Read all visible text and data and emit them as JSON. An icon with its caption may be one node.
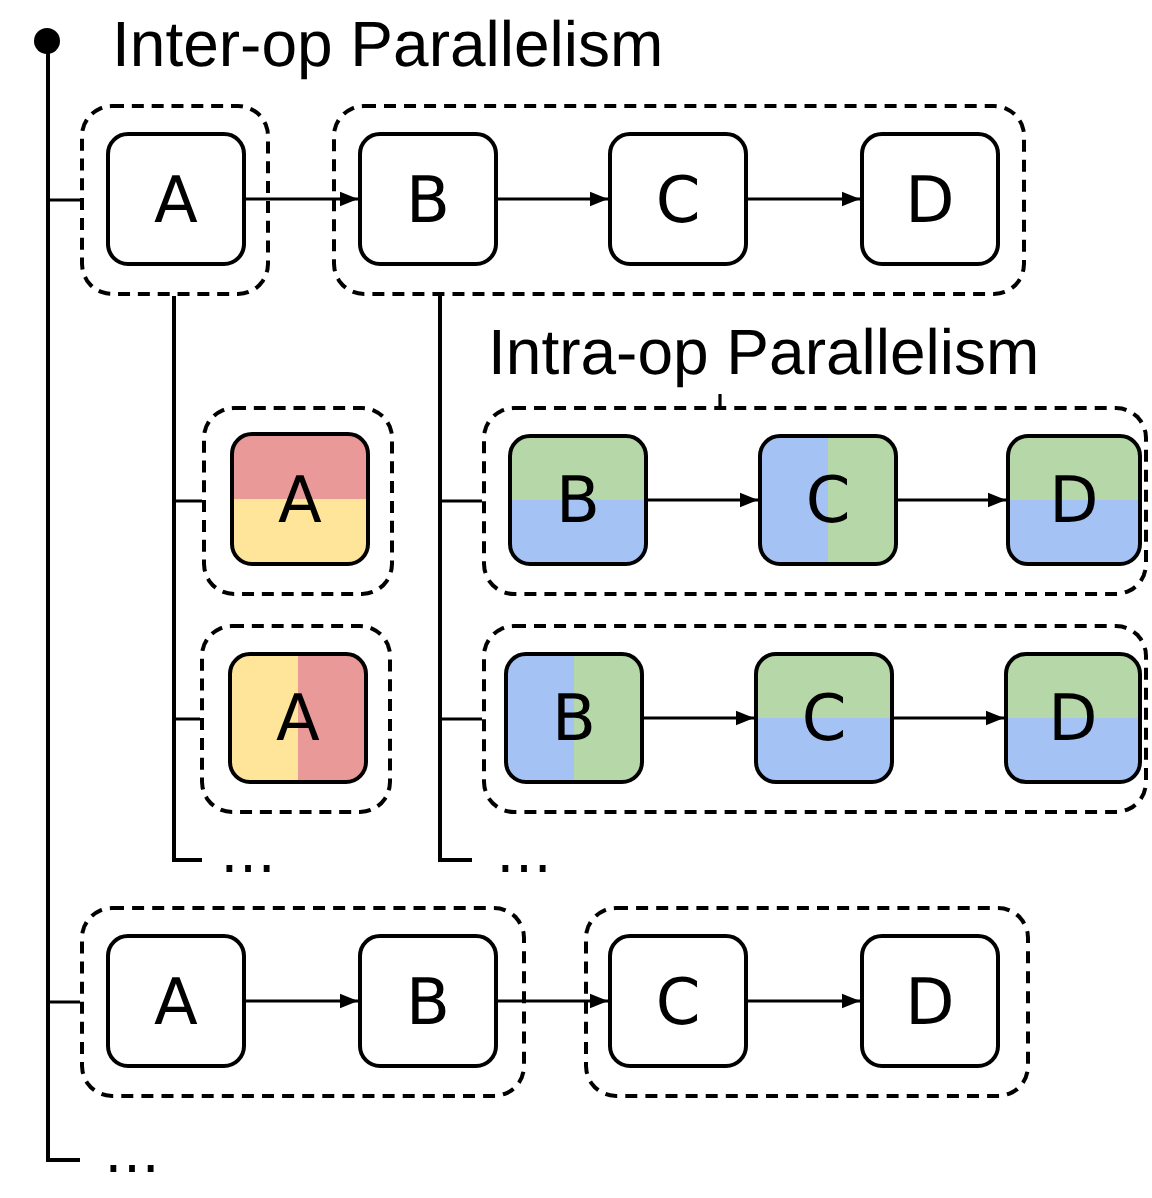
{
  "diagram": {
    "title": "Inter-op Parallelism",
    "nodes": [
      {
        "text": [],
        "shape": "circle"
      },
      {
        "text": [],
        "shape": "box"
      },
      {
        "text": [
          "A"
        ],
        "in": 1
      },
      {
        "text": [],
        "shape": "box"
      },
      {
        "text": [
          "B"
        ],
        "in": 3
      },
      {
        "text": [
          "C"
        ],
        "in": 3
      },
      {
        "text": [
          "D"
        ],
        "in": 3
      },
      {
        "text": [
          "Intra-op Parallelism"
        ]
      },
      {
        "text": [],
        "shape": "box"
      },
      {
        "text": [
          "A"
        ],
        "in": 8
      },
      {
        "text": [],
        "shape": "box"
      },
      {
        "text": [
          "B"
        ],
        "in": 10
      },
      {
        "text": [
          "C"
        ],
        "in": 10
      },
      {
        "text": [
          "D"
        ],
        "in": 10
      },
      {
        "text": [],
        "shape": "box"
      },
      {
        "text": [
          "A"
        ],
        "in": 14
      },
      {
        "text": [],
        "shape": "box"
      },
      {
        "text": [
          "B"
        ],
        "in": 16
      },
      {
        "text": [
          "C"
        ],
        "in": 16
      },
      {
        "text": [
          "D"
        ],
        "in": 16
      },
      {
        "text": [],
        "shape": "box"
      },
      {
        "text": [
          "A"
        ],
        "in": 20
      },
      {
        "text": [
          "B"
        ],
        "in": 20
      },
      {
        "text": [],
        "shape": "box"
      },
      {
        "text": [
          "C"
        ],
        "in": 23
      },
      {
        "text": [
          "D"
        ],
        "in": 23
      }
    ],
    "edges": [
      {
        "from": 0,
        "to": 1,
        "arrow": "none"
      },
      {
        "from": 2,
        "to": 4,
        "arrow": "to"
      },
      {
        "from": 4,
        "to": 5,
        "arrow": "to"
      },
      {
        "from": 5,
        "to": 6,
        "arrow": "to"
      },
      {
        "from": 1,
        "to": 8,
        "arrow": "none"
      },
      {
        "from": 1,
        "to": 14,
        "arrow": "none"
      },
      {
        "from": 3,
        "to": 10,
        "arrow": "none"
      },
      {
        "from": 3,
        "to": 16,
        "arrow": "none"
      },
      {
        "from": 7,
        "to": 10,
        "arrow": "none"
      },
      {
        "from": 11,
        "to": 12,
        "arrow": "to"
      },
      {
        "from": 12,
        "to": 13,
        "arrow": "to"
      },
      {
        "from": 17,
        "to": 18,
        "arrow": "to"
      },
      {
        "from": 18,
        "to": 19,
        "arrow": "to"
      },
      {
        "from": 0,
        "to": 20,
        "arrow": "none"
      },
      {
        "from": 21,
        "to": 22,
        "arrow": "to"
      },
      {
        "from": 22,
        "to": 24,
        "arrow": "to"
      },
      {
        "from": 24,
        "to": 25,
        "arrow": "to"
      }
    ],
    "labels": [
      "…",
      "…",
      "…"
    ]
  }
}
